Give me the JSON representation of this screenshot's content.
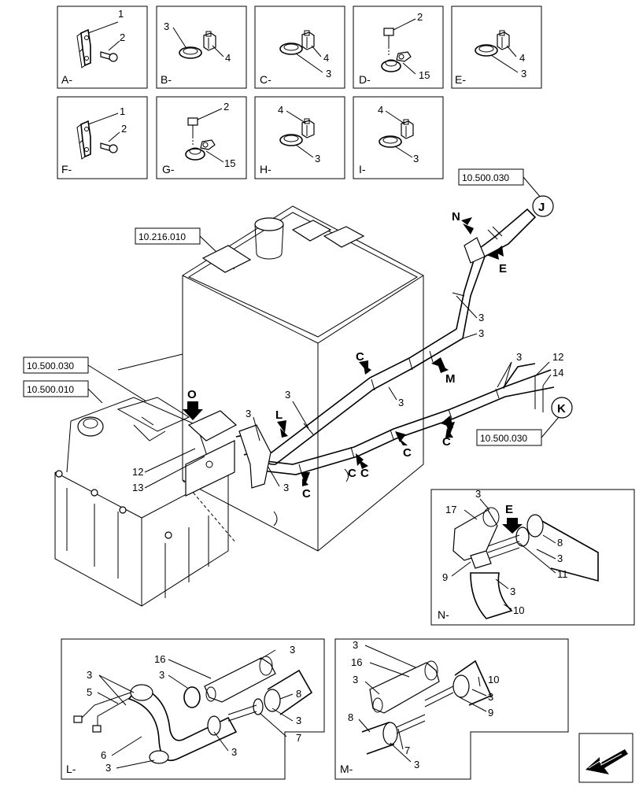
{
  "refs": {
    "tank": "10.216.010",
    "upper_left": "10.500.030",
    "lower_left": "10.500.010",
    "top_right": "10.500.030",
    "right": "10.500.030"
  },
  "connectors": {
    "j": "J",
    "k": "K"
  },
  "details": [
    {
      "id": "A",
      "label": "A-",
      "callouts": [
        "1",
        "2"
      ]
    },
    {
      "id": "B",
      "label": "B-",
      "callouts": [
        "3",
        "4"
      ]
    },
    {
      "id": "C",
      "label": "C-",
      "callouts": [
        "4",
        "3"
      ]
    },
    {
      "id": "D",
      "label": "D-",
      "callouts": [
        "2",
        "15"
      ]
    },
    {
      "id": "E",
      "label": "E-",
      "callouts": [
        "4",
        "3"
      ]
    },
    {
      "id": "F",
      "label": "F-",
      "callouts": [
        "1",
        "2"
      ]
    },
    {
      "id": "G",
      "label": "G-",
      "callouts": [
        "2",
        "15"
      ]
    },
    {
      "id": "H",
      "label": "H-",
      "callouts": [
        "4",
        "3"
      ]
    },
    {
      "id": "I",
      "label": "I-",
      "callouts": [
        "4",
        "3"
      ]
    }
  ],
  "main": {
    "view_arrows": [
      "N",
      "E",
      "M",
      "C",
      "C",
      "C",
      "C",
      "C",
      "C",
      "L",
      "O"
    ],
    "callouts": [
      "3",
      "3",
      "3",
      "3",
      "3",
      "3",
      "3",
      "12",
      "14",
      "12",
      "13"
    ]
  },
  "detail_n": {
    "label": "N-",
    "arrow": "E",
    "callouts": [
      "17",
      "3",
      "8",
      "3",
      "11",
      "9",
      "3",
      "10"
    ]
  },
  "detail_l": {
    "label": "L-",
    "callouts": [
      "3",
      "5",
      "6",
      "3",
      "16",
      "3",
      "3",
      "8",
      "3",
      "7",
      "3"
    ]
  },
  "detail_m": {
    "label": "M-",
    "callouts": [
      "3",
      "16",
      "3",
      "10",
      "3",
      "9",
      "8",
      "7",
      "3"
    ]
  }
}
